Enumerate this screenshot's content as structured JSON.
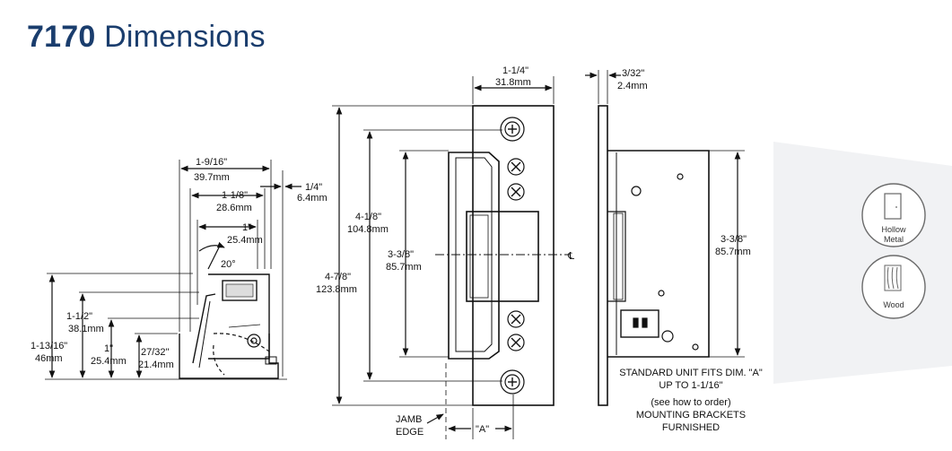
{
  "title": {
    "model": "7170",
    "word": "Dimensions"
  },
  "side_view": {
    "d1": {
      "frac": "1-9/16\"",
      "mm": "39.7mm"
    },
    "d2": {
      "frac": "1-1/8\"",
      "mm": "28.6mm"
    },
    "d3": {
      "frac": "1\"",
      "mm": "25.4mm"
    },
    "d4": {
      "frac": "1/4\"",
      "mm": "6.4mm"
    },
    "angle": "20°",
    "h1": {
      "frac": "1-13/16\"",
      "mm": "46mm"
    },
    "h2": {
      "frac": "1-1/2\"",
      "mm": "38.1mm"
    },
    "h3": {
      "frac": "1\"",
      "mm": "25.4mm"
    },
    "h4": {
      "frac": "27/32\"",
      "mm": "21.4mm"
    }
  },
  "front_view": {
    "width": {
      "frac": "1-1/4\"",
      "mm": "31.8mm"
    },
    "overall": {
      "frac": "4-7/8\"",
      "mm": "123.8mm"
    },
    "screws": {
      "frac": "4-1/8\"",
      "mm": "104.8mm"
    },
    "keeper": {
      "frac": "3-3/8\"",
      "mm": "85.7mm"
    },
    "centerline": "℄",
    "jamb_edge": [
      "JAMB",
      "EDGE"
    ],
    "a_label": "\"A\""
  },
  "profile_view": {
    "thickness": {
      "frac": "3/32\"",
      "mm": "2.4mm"
    },
    "body": {
      "frac": "3-3/8\"",
      "mm": "85.7mm"
    }
  },
  "note_lines": [
    "STANDARD UNIT FITS DIM. \"A\"",
    "UP TO 1-1/16\"",
    "(see how to order)",
    "MOUNTING BRACKETS",
    "FURNISHED"
  ],
  "badges": [
    {
      "label": "Hollow Metal",
      "icon": "door-icon"
    },
    {
      "label": "Wood",
      "icon": "wood-grain-icon"
    }
  ]
}
